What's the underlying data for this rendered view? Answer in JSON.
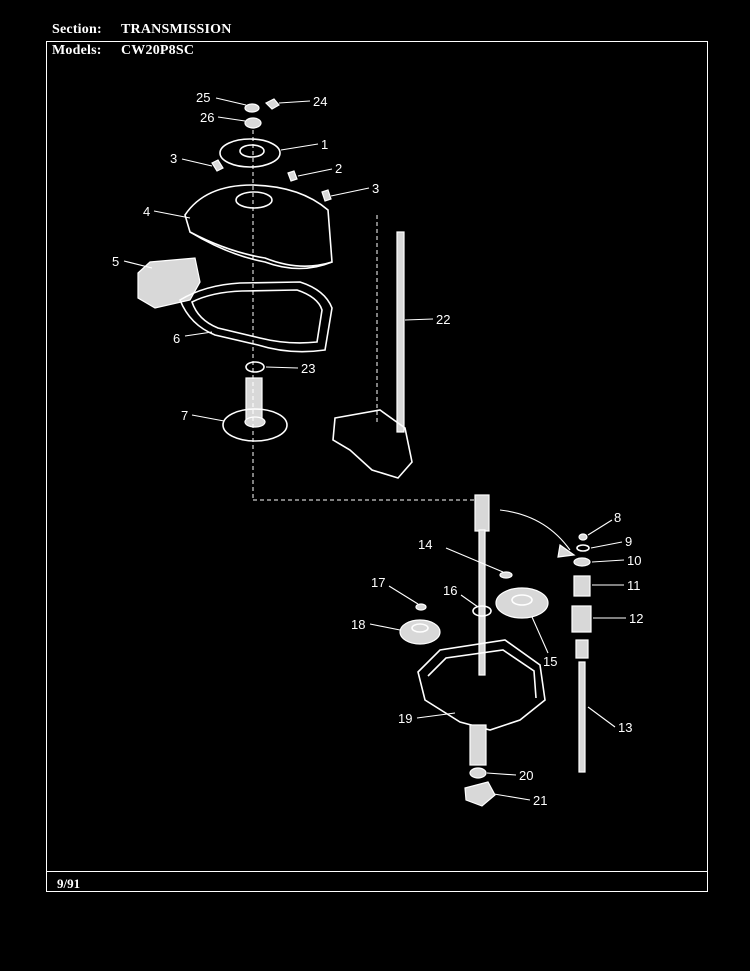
{
  "header": {
    "section_label": "Section:",
    "section_value": "TRANSMISSION",
    "models_label": "Models:",
    "models_value": "CW20P8SC"
  },
  "footer": {
    "date": "9/91"
  },
  "callouts": [
    "25",
    "24",
    "26",
    "1",
    "3",
    "2",
    "3",
    "4",
    "5",
    "6",
    "22",
    "23",
    "7",
    "8",
    "9",
    "10",
    "11",
    "12",
    "13",
    "14",
    "16",
    "17",
    "18",
    "15",
    "19",
    "20",
    "21"
  ],
  "colors": {
    "background": "#000000",
    "ink": "#ffffff"
  }
}
